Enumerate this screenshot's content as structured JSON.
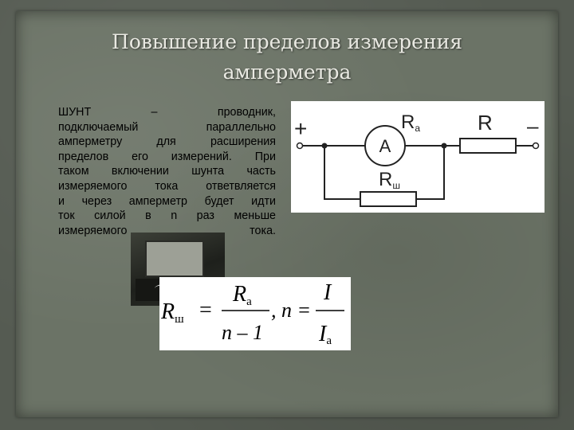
{
  "slide": {
    "title": "Повышение пределов измерения амперметра",
    "description": "ШУНТ – проводник,\nподключаемый параллельно\nамперметру для расширения\nпределов его измерений. При\nтаком включении шунта часть\nизмеряемого тока ответвляется\nи через амперметр будет идти\nток силой в n раз меньше\nизмеряемого тока.",
    "photo_icon": "ammeter-photo-icon"
  },
  "circuit": {
    "plus": "+",
    "minus": "–",
    "ammeter": "A",
    "ra": "R",
    "ra_sub": "а",
    "r": "R",
    "rsh": "R",
    "rsh_sub": "ш"
  },
  "formula": {
    "lhs": "R",
    "lhs_sub": "ш",
    "eq": "=",
    "num": "R",
    "num_sub": "а",
    "den": "n – 1",
    "sep": ", n =",
    "num2": "I",
    "den2": "I",
    "den2_sub": "а"
  }
}
